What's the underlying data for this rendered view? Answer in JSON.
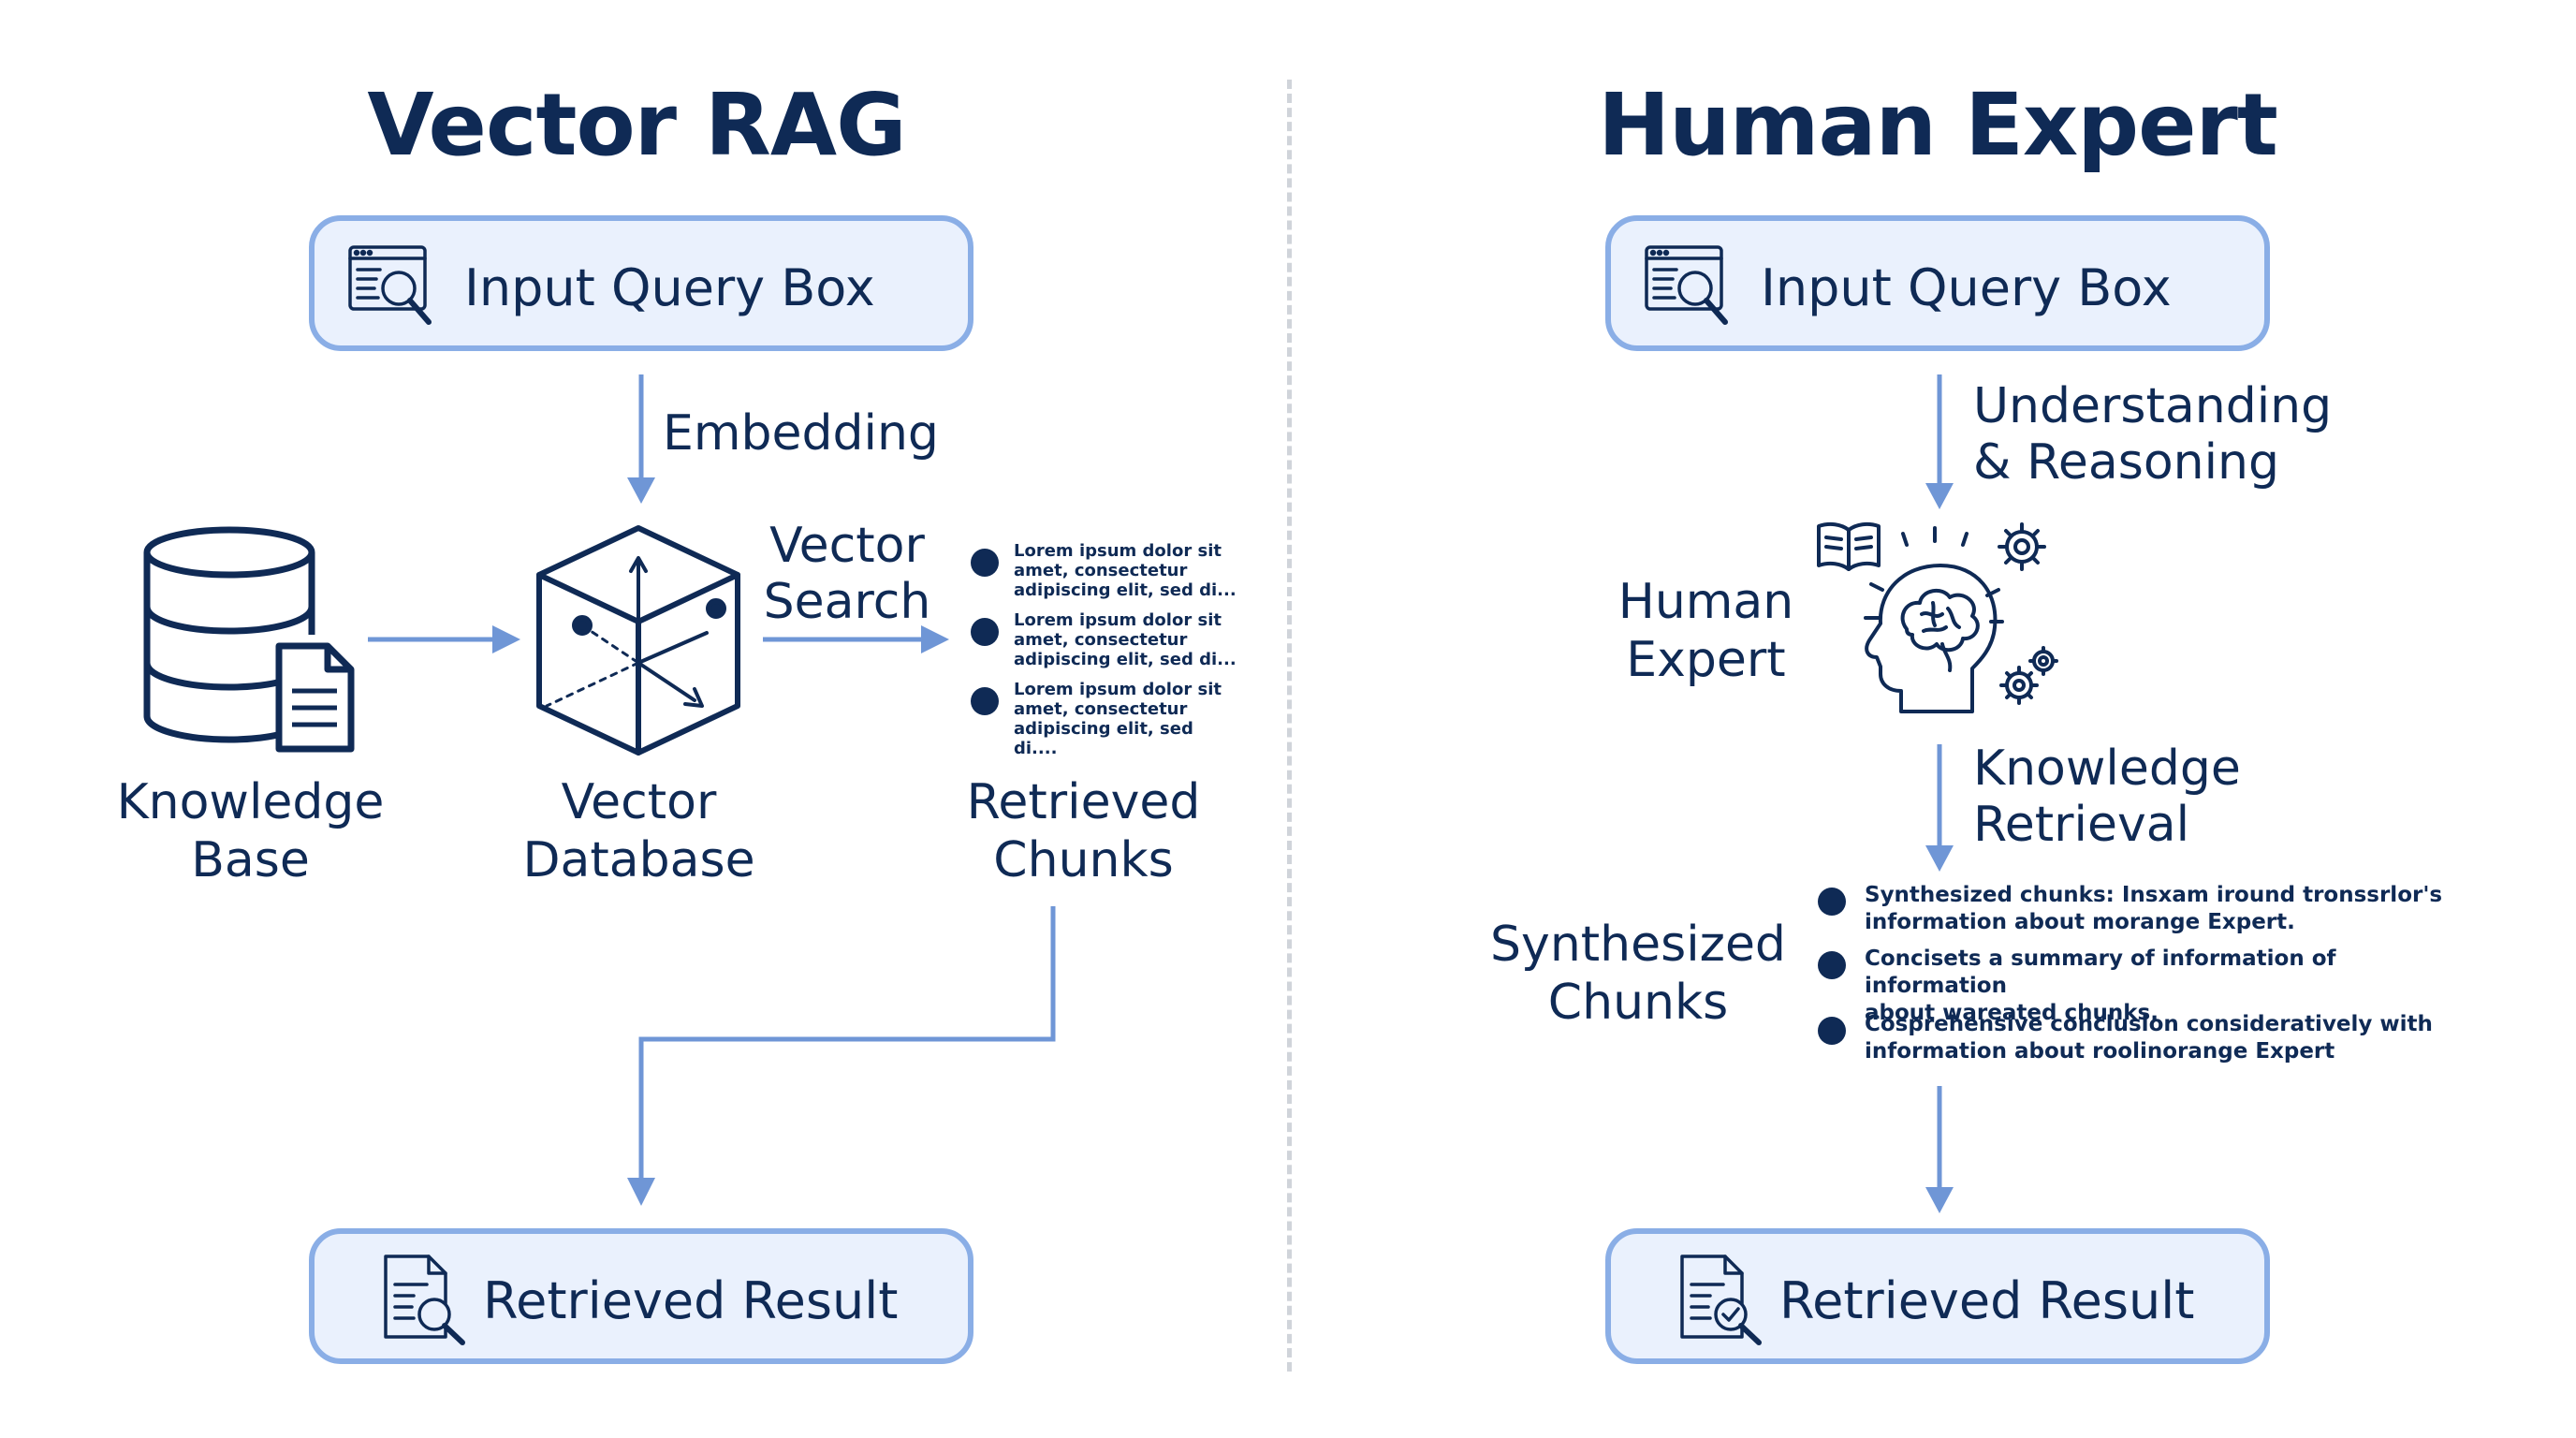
{
  "left": {
    "title": "Vector RAG",
    "query_box": {
      "label": "Input Query Box",
      "icon": "search-window-icon"
    },
    "embedding_label": "Embedding",
    "knowledge_base": {
      "line1": "Knowledge",
      "line2": "Base",
      "icon": "database-document-icon"
    },
    "vector_database": {
      "line1": "Vector",
      "line2": "Database",
      "icon": "vector-cube-icon"
    },
    "vector_search_label": {
      "line1": "Vector",
      "line2": "Search"
    },
    "chunks": [
      {
        "line1": "Lorem ipsum dolor sit",
        "line2": "amet, consectetur",
        "line3": "adipiscing elit, sed di..."
      },
      {
        "line1": "Lorem ipsum dolor sit",
        "line2": "amet, consectetur",
        "line3": "adipiscing elit, sed di..."
      },
      {
        "line1": "Lorem ipsum dolor sit",
        "line2": "amet, consectetur",
        "line3": "adipiscing elit, sed di...."
      }
    ],
    "retrieved_chunks": {
      "line1": "Retrieved",
      "line2": "Chunks"
    },
    "result_box": {
      "label": "Retrieved Result",
      "icon": "document-search-icon"
    }
  },
  "right": {
    "title": "Human Expert",
    "query_box": {
      "label": "Input Query Box",
      "icon": "search-window-icon"
    },
    "reasoning_label": {
      "line1": "Understanding",
      "line2": "& Reasoning"
    },
    "human_expert": {
      "line1": "Human",
      "line2": "Expert",
      "icon": "brain-head-gears-icon"
    },
    "knowledge_retrieval": {
      "line1": "Knowledge",
      "line2": "Retrieval"
    },
    "synthesized_chunks": {
      "line1": "Synthesized",
      "line2": "Chunks"
    },
    "chunks": [
      {
        "line1": "Synthesized chunks: Insxam iround tronsѕrlor's",
        "line2": "information about morange Expert."
      },
      {
        "line1": "Concisets a summary of information of information",
        "line2": "about wareated chunks."
      },
      {
        "line1": "Cosprehensive conclusion  consideratively with",
        "line2": "information about roolinorange Expert"
      }
    ],
    "result_box": {
      "label": "Retrieved Result",
      "icon": "document-check-icon"
    }
  },
  "colors": {
    "navy": "#0f2a55",
    "arrow": "#6f96d6",
    "box_fill": "#eaf1fd",
    "box_border": "#8aaee6",
    "divider": "#d0d4da"
  }
}
